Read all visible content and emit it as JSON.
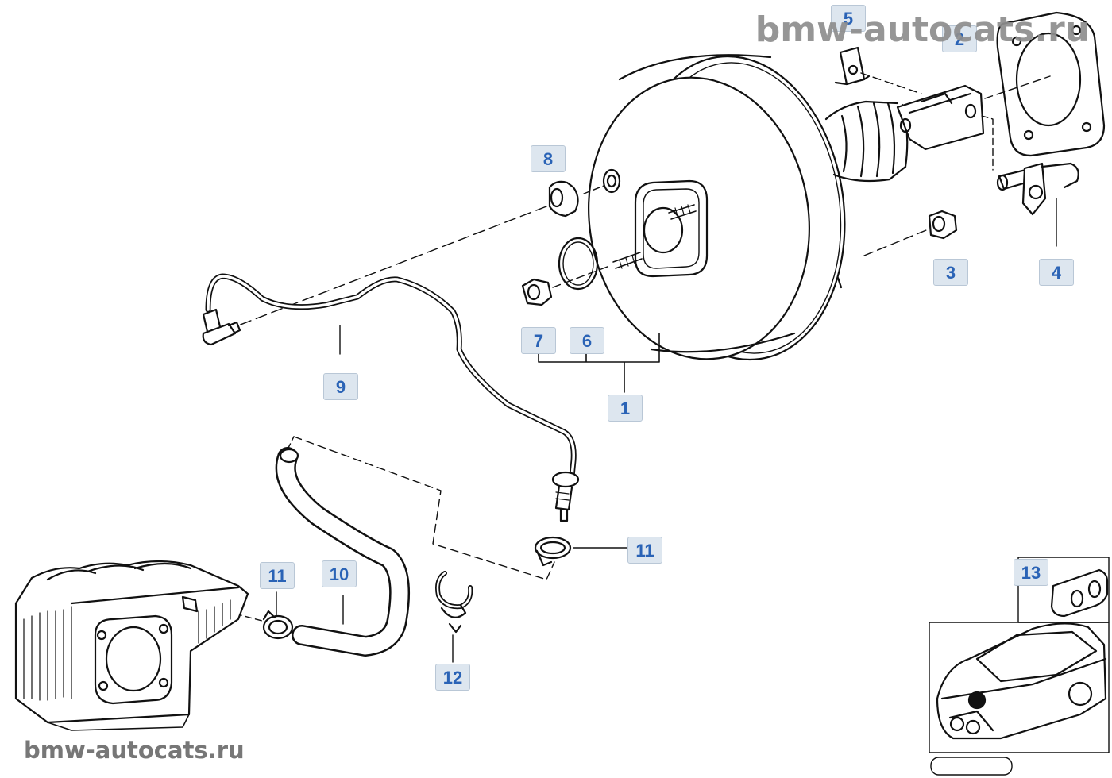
{
  "watermark": {
    "top": "bmw-autocats.ru",
    "bottom": "bmw-autocats.ru"
  },
  "callouts": [
    {
      "id": "c1",
      "label": "1"
    },
    {
      "id": "c2",
      "label": "2"
    },
    {
      "id": "c3",
      "label": "3"
    },
    {
      "id": "c4",
      "label": "4"
    },
    {
      "id": "c5",
      "label": "5"
    },
    {
      "id": "c6",
      "label": "6"
    },
    {
      "id": "c7",
      "label": "7"
    },
    {
      "id": "c8",
      "label": "8"
    },
    {
      "id": "c9",
      "label": "9"
    },
    {
      "id": "c10",
      "label": "10"
    },
    {
      "id": "c11a",
      "label": "11"
    },
    {
      "id": "c11b",
      "label": "11"
    },
    {
      "id": "c12",
      "label": "12"
    },
    {
      "id": "c13",
      "label": "13"
    }
  ],
  "colors": {
    "line": "#111111",
    "callout_bg": "#dde6ef",
    "callout_text": "#2a63b6",
    "watermark": "#8e8e8e"
  }
}
